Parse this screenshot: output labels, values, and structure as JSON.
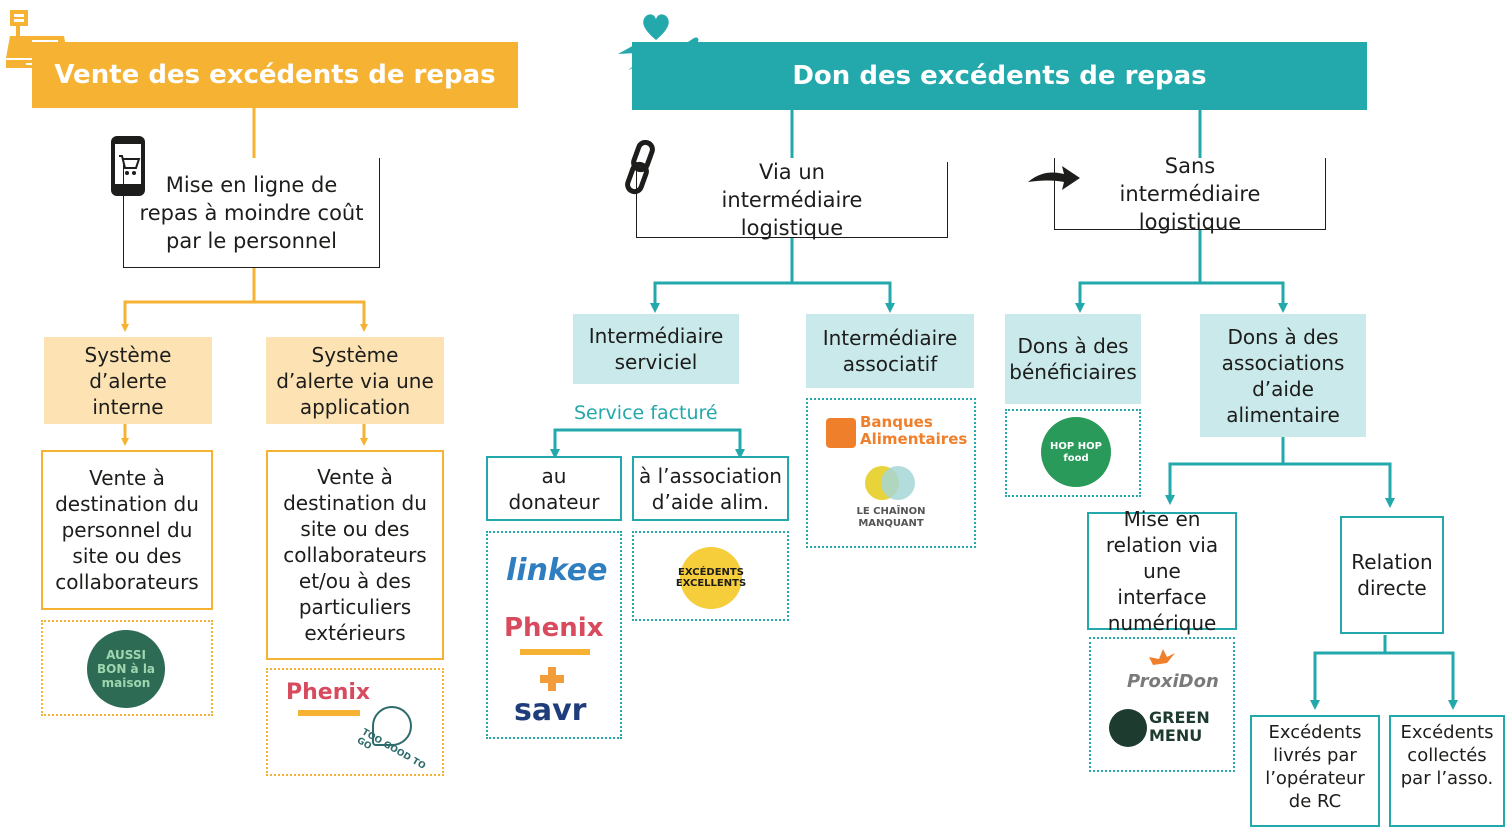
{
  "vente": {
    "header": "Vente des excédents de repas",
    "mise_en_ligne": "Mise en ligne de repas à moindre coût par le personnel",
    "systeme_interne": "Système d’alerte interne",
    "systeme_application": "Système d’alerte via une application",
    "vente_personnel": "Vente à destination du personnel du site ou des collaborateurs",
    "vente_exterieurs": "Vente à destination du site ou des collaborateurs et/ou à des particuliers extérieurs",
    "logos_interne": {
      "aussi_bon": "AUSSI BON à la maison"
    },
    "logos_app": {
      "phenix": "Phenix",
      "too_good_to_go": "TOO GOOD TO GO"
    }
  },
  "don": {
    "header": "Don des excédents de repas",
    "via_intermediaire": "Via un intermédiaire logistique",
    "sans_intermediaire": "Sans intermédiaire logistique",
    "intermediaire_serviciel": "Intermédiaire serviciel",
    "intermediaire_associatif": "Intermédiaire associatif",
    "service_facture": "Service facturé",
    "au_donateur": "au donateur",
    "a_association": "à l’association d’aide alim.",
    "logos_donateur": {
      "linkee": "linkee",
      "phenix": "Phenix",
      "savr": "savr"
    },
    "logos_association": {
      "excedents": "EXCÉDENTS EXCELLENTS"
    },
    "logos_associatif": {
      "banques": "Banques Alimentaires",
      "chainon": "LE CHAÎNON MANQUANT"
    },
    "dons_beneficiaires": "Dons à des bénéficiaires",
    "dons_associations": "Dons à des associations d’aide alimentaire",
    "logos_beneficiaires": {
      "hophop": "HOP HOP food"
    },
    "mise_en_relation": "Mise en relation via une interface numérique",
    "relation_directe": "Relation directe",
    "logos_relation": {
      "proxidon": "ProxiDon",
      "green_menu": "GREEN MENU"
    },
    "excedents_livres": "Excédents livrés par l’opérateur de RC",
    "excedents_collectes": "Excédents collectés par l’asso."
  },
  "colors": {
    "orange": "#f6b233",
    "orange_light": "#fde3b4",
    "teal": "#23a8ab",
    "teal_light": "#c9e9ea"
  }
}
